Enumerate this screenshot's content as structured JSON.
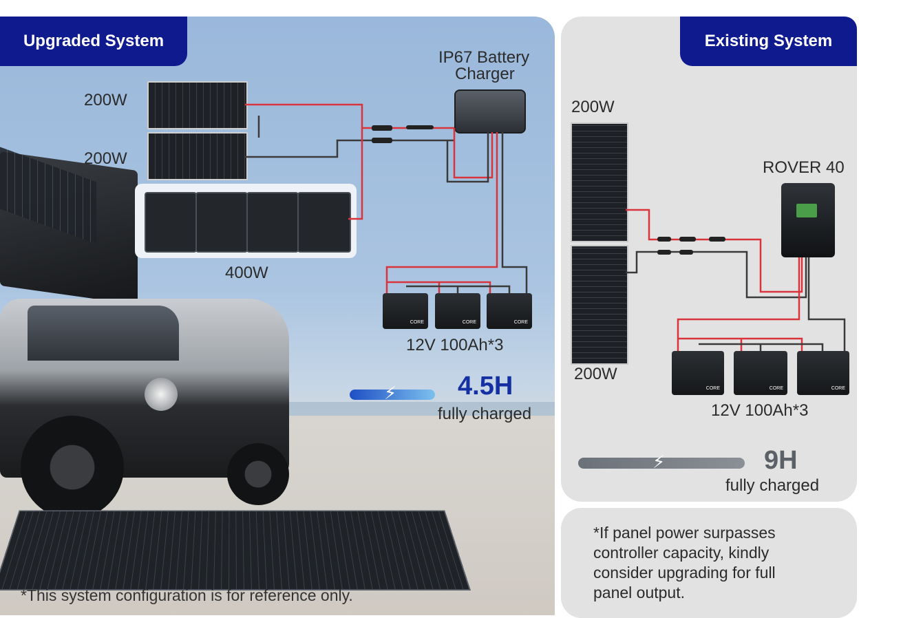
{
  "upgraded": {
    "badge": "Upgraded System",
    "charger_label_line1": "IP67 Battery",
    "charger_label_line2": "Charger",
    "panel_top_label": "200W",
    "panel_bottom_label": "200W",
    "foldable_label": "400W",
    "battery_label": "12V 100Ah*3",
    "charge_time": "4.5H",
    "charge_caption": "fully charged",
    "footnote": "*This system configuration is for reference only."
  },
  "existing": {
    "badge": "Existing System",
    "panel_top_label": "200W",
    "panel_bottom_label": "200W",
    "controller_label": "ROVER 40",
    "battery_label": "12V 100Ah*3",
    "charge_time": "9H",
    "charge_caption": "fully charged"
  },
  "note": {
    "line1": "*If panel power surpasses",
    "line2": "controller capacity, kindly",
    "line3": "consider upgrading for full",
    "line4": "panel output."
  },
  "colors": {
    "badge_bg": "#101a8f",
    "charge_accent": "#1430a3",
    "wire_red": "#d9343b",
    "wire_black": "#3a3a3a",
    "bar_blue": "#2156c9",
    "bar_gray": "#6b7178"
  },
  "battery_tag": "CORE"
}
